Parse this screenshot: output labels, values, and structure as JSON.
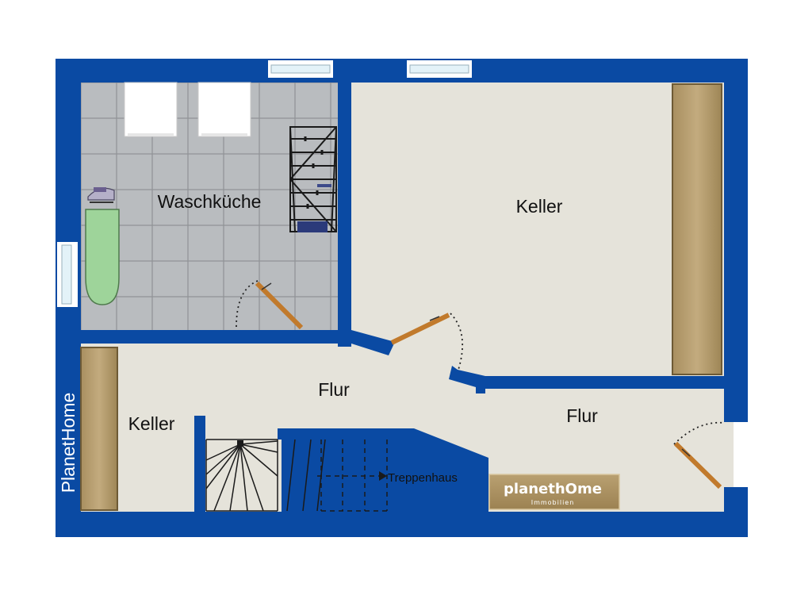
{
  "rooms": {
    "waschkueche": "Waschküche",
    "keller_large": "Keller",
    "keller_small": "Keller",
    "flur_main": "Flur",
    "flur_right": "Flur",
    "treppenhaus": "Treppenhaus"
  },
  "branding": {
    "side_text": "PlanetHome",
    "logo_text": "planethOme",
    "logo_sub": "Immobilien"
  },
  "colors": {
    "wall": "#0a4aa3",
    "floor": "#e5e3da",
    "tile": "#b9bcbf",
    "cabinet": "#b39c6f",
    "door": "#c17a2c",
    "ironing_board": "#9ed49a"
  },
  "icons": {
    "ironing_board": "ironing-board-icon",
    "drying_rack": "drying-rack-icon",
    "washing_machine": "washing-machine-icon",
    "dryer": "dryer-icon",
    "iron": "iron-icon",
    "stairs": "staircase-icon"
  }
}
